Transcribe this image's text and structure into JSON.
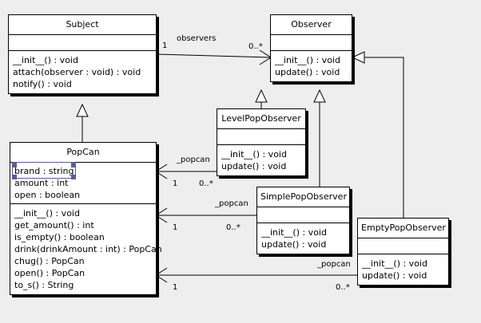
{
  "diagram": {
    "type": "uml-class-diagram",
    "background": "#eeeeee",
    "box_fill": "#ffffff",
    "line_color": "#000000",
    "selection_color": "#5a5a9e"
  },
  "classes": {
    "subject": {
      "name": "Subject",
      "attributes": [],
      "operations": [
        "__init__() : void",
        "attach(observer : void) : void",
        "notify() : void"
      ]
    },
    "observer": {
      "name": "Observer",
      "attributes": [],
      "operations": [
        "__init__() : void",
        "update() : void"
      ]
    },
    "popcan": {
      "name": "PopCan",
      "attributes": [
        "brand : string",
        "amount : int",
        "open : boolean"
      ],
      "selected_attribute": "brand : string",
      "operations": [
        "__init__() : void",
        "get_amount() : int",
        "is_empty() : boolean",
        "drink(drinkAmount : int) : PopCan",
        "chug() : PopCan",
        "open() : PopCan",
        "to_s() : String"
      ]
    },
    "level_pop_observer": {
      "name": "LevelPopObserver",
      "attributes": [],
      "operations": [
        "__init__() : void",
        "update() : void"
      ]
    },
    "simple_pop_observer": {
      "name": "SimplePopObserver",
      "attributes": [],
      "operations": [
        "__init__() : void",
        "update() : void"
      ]
    },
    "empty_pop_observer": {
      "name": "EmptyPopObserver",
      "attributes": [],
      "operations": [
        "__init__() : void",
        "update() : void"
      ]
    }
  },
  "associations": [
    {
      "id": "subject-observers",
      "label": "observers",
      "source_multiplicity": "1",
      "target_multiplicity": "0..*"
    },
    {
      "id": "level-popcan",
      "label": "_popcan",
      "source_multiplicity": "1",
      "target_multiplicity": "0..*"
    },
    {
      "id": "simple-popcan",
      "label": "_popcan",
      "source_multiplicity": "1",
      "target_multiplicity": "0..*"
    },
    {
      "id": "empty-popcan",
      "label": "_popcan",
      "source_multiplicity": "1",
      "target_multiplicity": "0..*"
    }
  ],
  "generalizations": [
    {
      "id": "popcan-subject",
      "child": "PopCan",
      "parent": "Subject"
    },
    {
      "id": "level-observer",
      "child": "LevelPopObserver",
      "parent": "Observer"
    },
    {
      "id": "simple-observer",
      "child": "SimplePopObserver",
      "parent": "Observer"
    },
    {
      "id": "empty-observer",
      "child": "EmptyPopObserver",
      "parent": "Observer"
    }
  ]
}
